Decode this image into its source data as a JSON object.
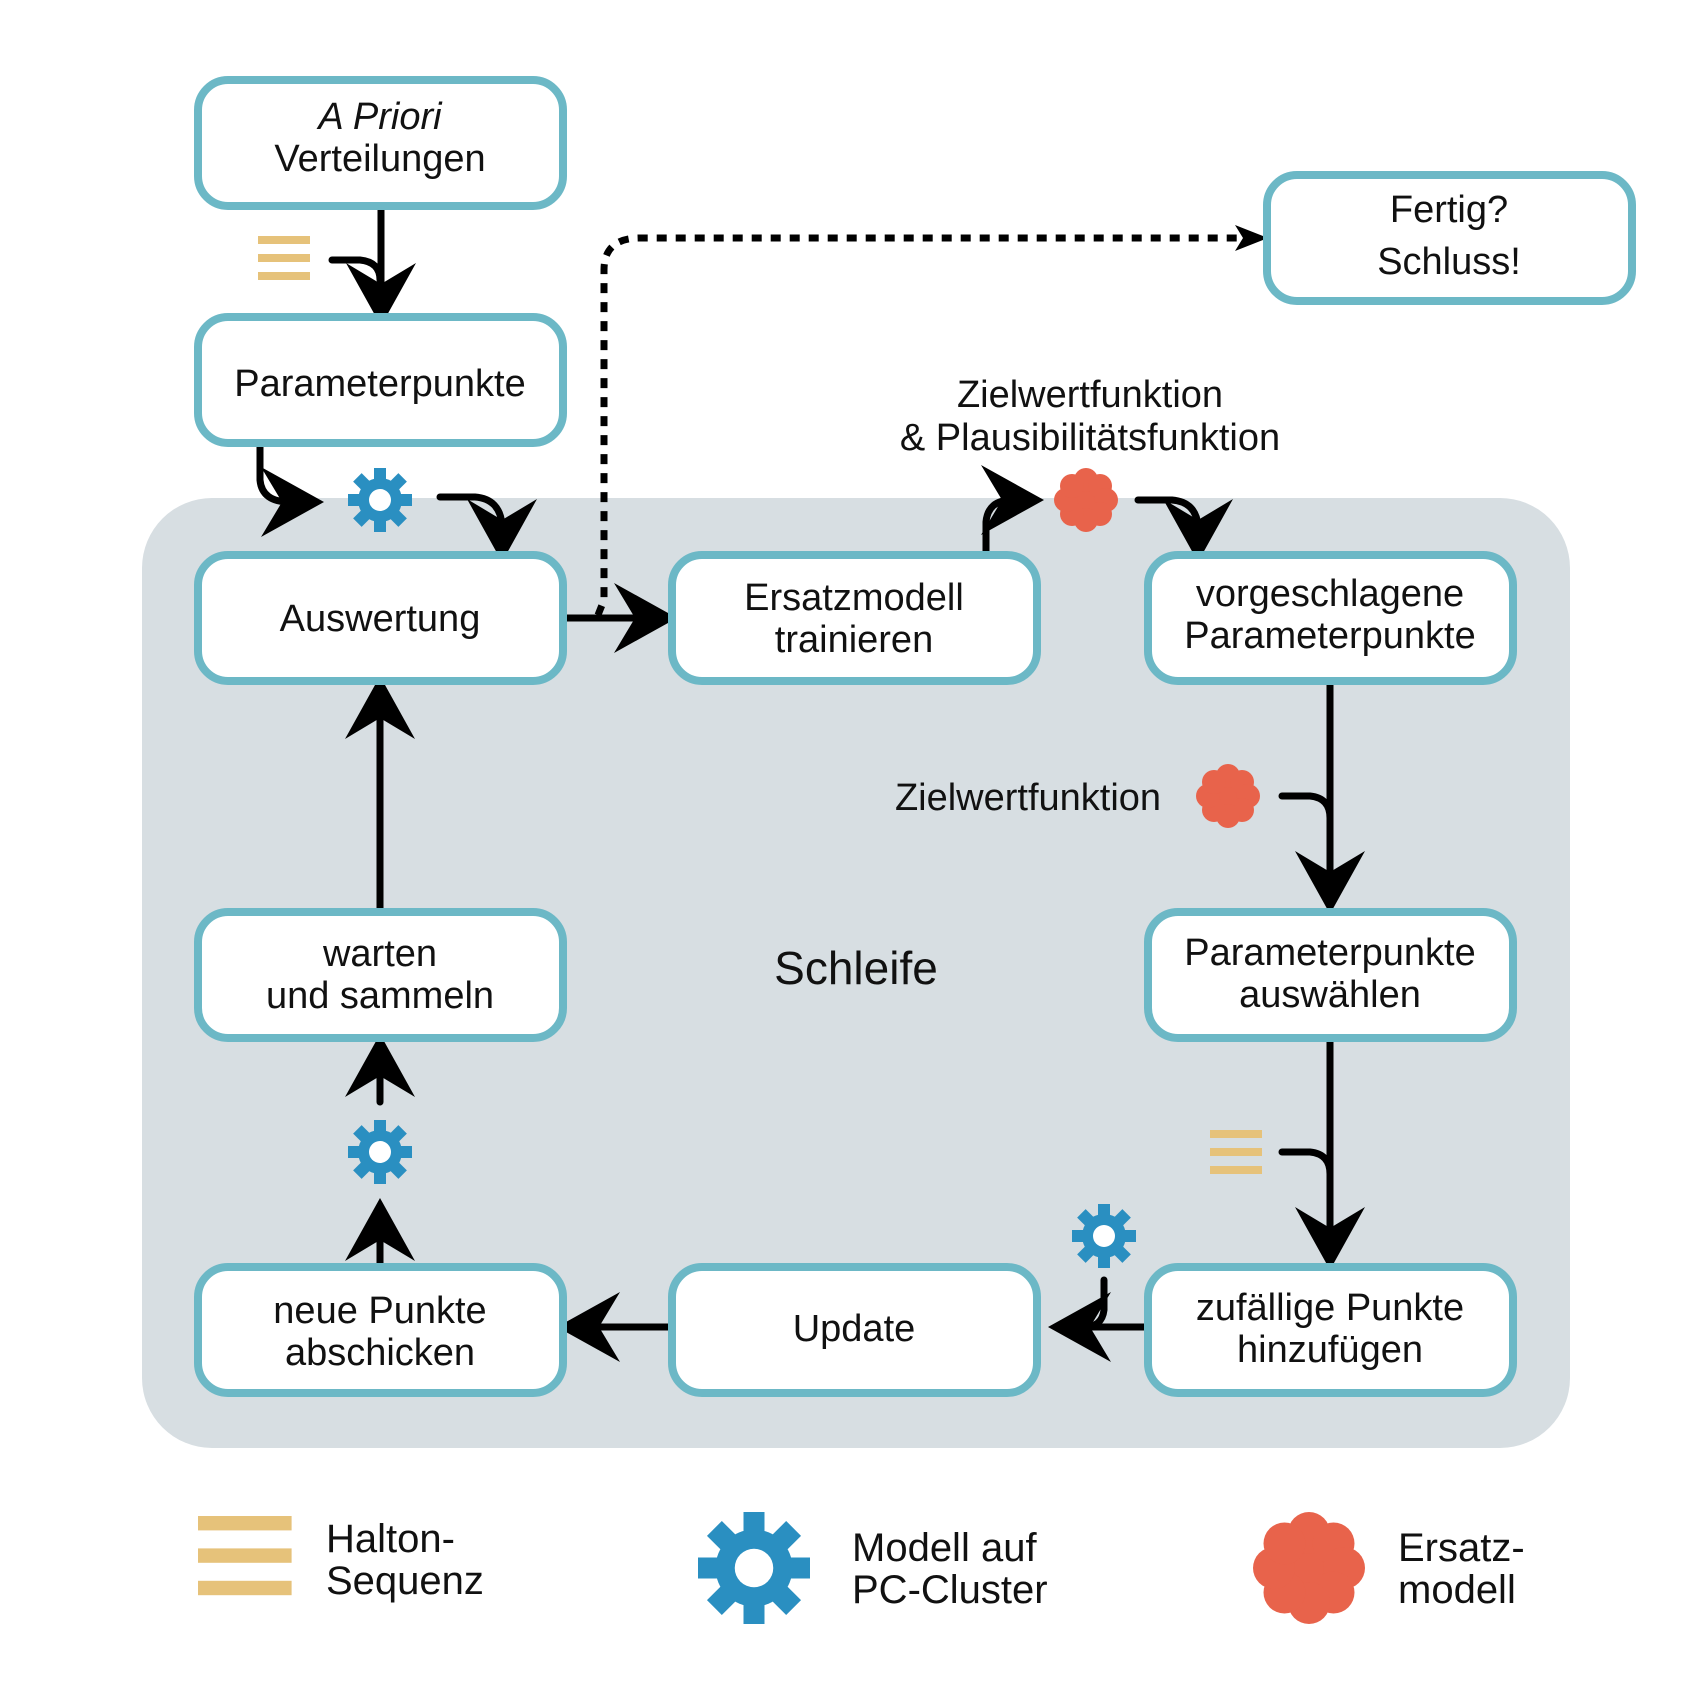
{
  "colors": {
    "node_border": "#6cb8c6",
    "loop_background": "#d7dee2",
    "halton": "#e6c27a",
    "gear": "#2a8fc1",
    "surrogate": "#e8634b",
    "arrow": "#000000"
  },
  "loop_label": "Schleife",
  "nodes": {
    "a_priori": {
      "line1": "A Priori",
      "line2": "Verteilungen"
    },
    "parameterpunkte": {
      "line1": "Parameterpunkte"
    },
    "auswertung": {
      "line1": "Auswertung"
    },
    "ersatzmodell": {
      "line1": "Ersatzmodell",
      "line2": "trainieren"
    },
    "vorgeschlagene": {
      "line1": "vorgeschlagene",
      "line2": "Parameterpunkte"
    },
    "auswaehlen": {
      "line1": "Parameterpunkte",
      "line2": "auswählen"
    },
    "zufaellig": {
      "line1": "zufällige Punkte",
      "line2": "hinzufügen"
    },
    "update": {
      "line1": "Update"
    },
    "neue_punkte": {
      "line1": "neue Punkte",
      "line2": "abschicken"
    },
    "warten": {
      "line1": "warten",
      "line2": "und sammeln"
    },
    "fertig": {
      "line1": "Fertig?",
      "line2": "Schluss!"
    }
  },
  "annotations": {
    "zielwert_plaus_line1": "Zielwertfunktion",
    "zielwert_plaus_line2": "& Plausibilitätsfunktion",
    "zielwert": "Zielwertfunktion"
  },
  "legend": {
    "halton": {
      "line1": "Halton-",
      "line2": "Sequenz",
      "icon": "halton-sequence-icon"
    },
    "gear": {
      "line1": "Modell auf",
      "line2": "PC-Cluster",
      "icon": "gear-icon"
    },
    "surrogate": {
      "line1": "Ersatz-",
      "line2": "modell",
      "icon": "surrogate-blob-icon"
    }
  }
}
